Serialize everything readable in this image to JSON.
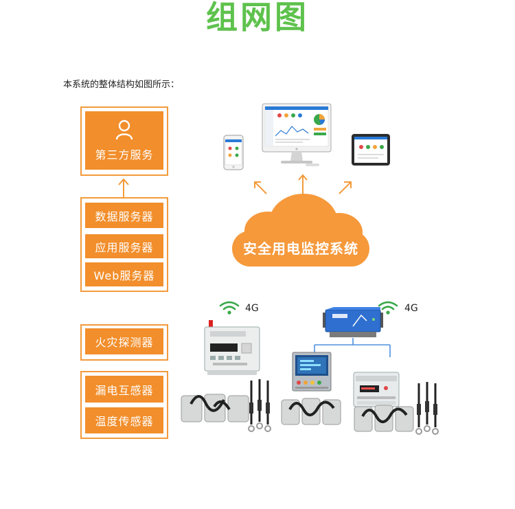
{
  "title": "组网图",
  "intro": "本系统的整体结构如图所示：",
  "left_panel": {
    "third_party": "第三方服务",
    "servers": [
      "数据服务器",
      "应用服务器",
      "Web服务器"
    ],
    "fire_detector": "火灾探测器",
    "sensors": [
      "漏电互感器",
      "温度传感器"
    ]
  },
  "cloud": {
    "label": "安全用电监控系统"
  },
  "signal_left": "4G",
  "signal_right": "4G",
  "colors": {
    "accent": "#f28e2b",
    "title_green": "#5ec24c",
    "device_blue": "#2f6fd0"
  }
}
